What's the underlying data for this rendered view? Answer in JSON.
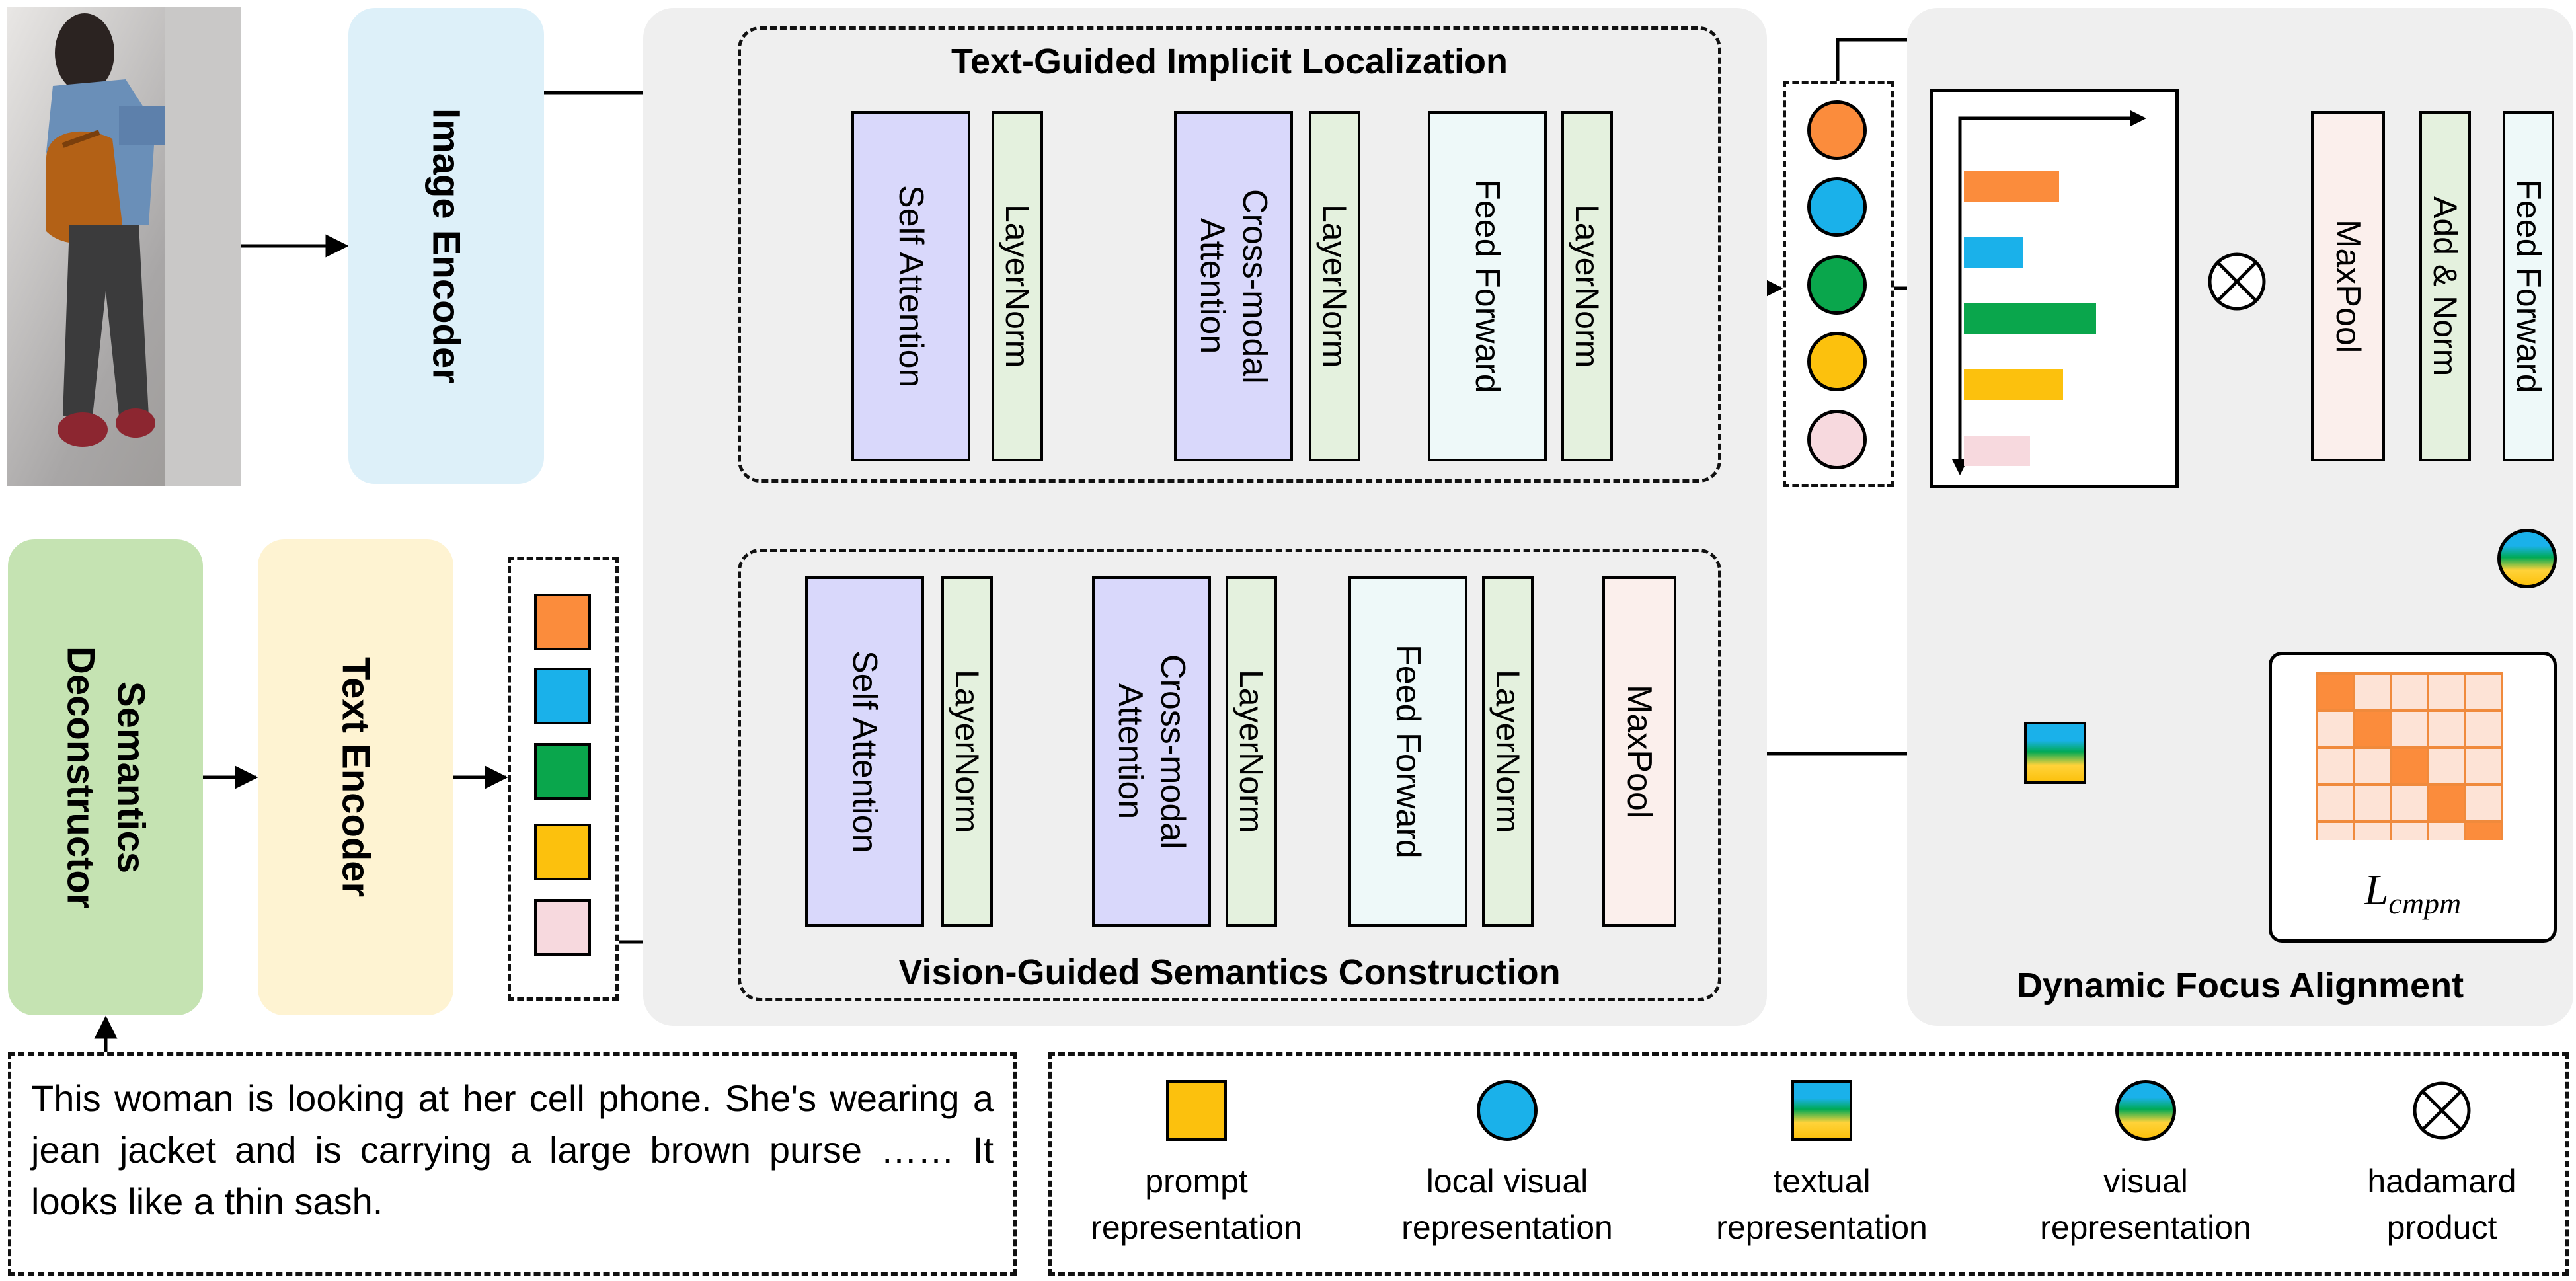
{
  "encoders": {
    "image_encoder": "Image Encoder",
    "text_encoder": "Text Encoder",
    "semantics_deconstructor": "Semantics Deconstructor"
  },
  "tgil": {
    "title": "Text-Guided Implicit Localization",
    "self_attention": "Self Attention",
    "layernorm1": "LayerNorm",
    "cross_modal": "Cross-modal Attention",
    "layernorm2": "LayerNorm",
    "feed_forward": "Feed Forward",
    "layernorm3": "LayerNorm"
  },
  "vgsc": {
    "title": "Vision-Guided Semantics Construction",
    "self_attention": "Self Attention",
    "layernorm1": "LayerNorm",
    "cross_modal": "Cross-modal Attention",
    "layernorm2": "LayerNorm",
    "feed_forward": "Feed Forward",
    "layernorm3": "LayerNorm",
    "maxpool": "MaxPool"
  },
  "dfa": {
    "title": "Dynamic Focus Alignment",
    "maxpool": "MaxPool",
    "add_norm": "Add & Norm",
    "feed_forward": "Feed Forward",
    "loss_main": "L",
    "loss_sub": "cmpm"
  },
  "caption": {
    "text": "This woman is looking at her cell phone. She's wearing a jean jacket and is carrying a large brown purse …… It looks like a thin sash."
  },
  "legend": {
    "items": [
      {
        "label1": "prompt",
        "label2": "representation",
        "icon": "orange-square-icon"
      },
      {
        "label1": "local visual",
        "label2": "representation",
        "icon": "blue-circle-icon"
      },
      {
        "label1": "textual",
        "label2": "representation",
        "icon": "gradient-square-icon"
      },
      {
        "label1": "visual",
        "label2": "representation",
        "icon": "gradient-circle-icon"
      },
      {
        "label1": "hadamard",
        "label2": "product",
        "icon": "hadamard-product-icon"
      }
    ]
  },
  "colors": {
    "orange": "#fb8c3c",
    "blue": "#1ab1ea",
    "green": "#0aa64c",
    "yellow": "#fcc10d",
    "pink": "#f7d9de",
    "grid_border": "#f08a3c",
    "grid_fill": "#fde3d6"
  },
  "chart_data": {
    "type": "bar",
    "categories": [
      "orange",
      "blue",
      "green",
      "yellow",
      "pink"
    ],
    "values": [
      0.72,
      0.45,
      1.0,
      0.75,
      0.5
    ]
  }
}
